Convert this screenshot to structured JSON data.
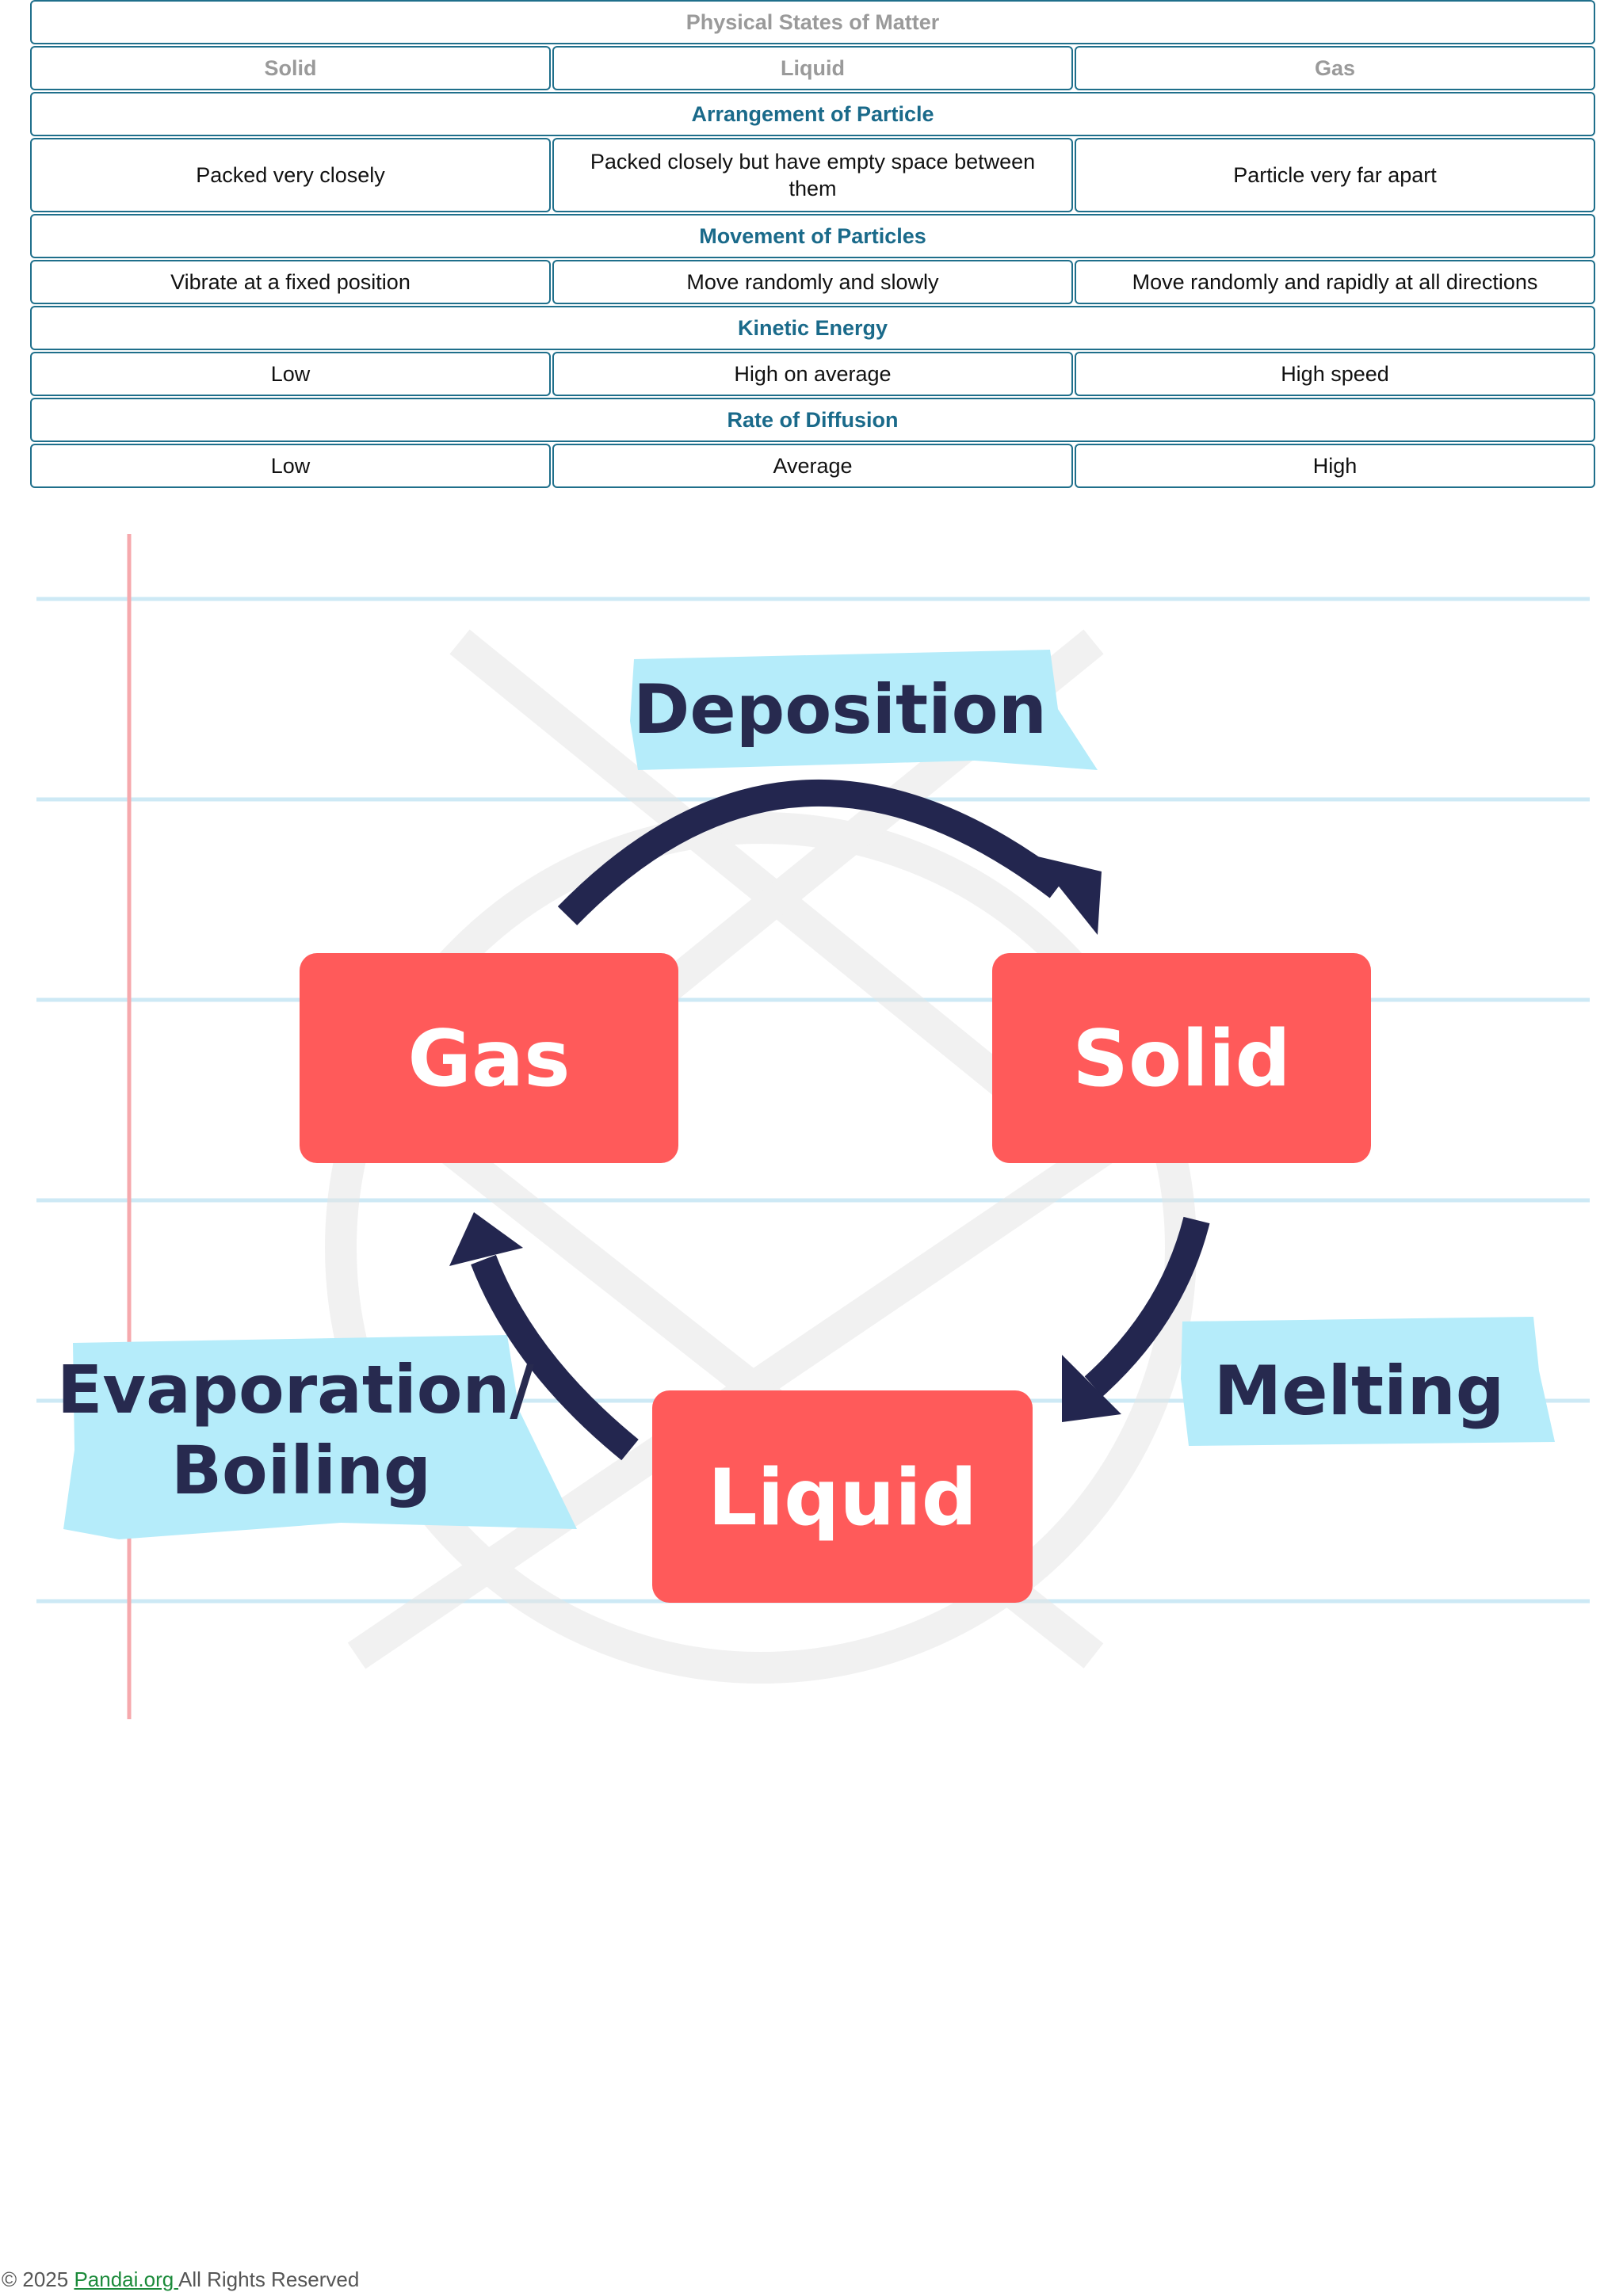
{
  "table": {
    "title": "Physical States of Matter",
    "columns": [
      "Solid",
      "Liquid",
      "Gas"
    ],
    "sections": [
      {
        "heading": "Arrangement of Particle",
        "cells": [
          "Packed very closely",
          "Packed closely but have empty space between them",
          "Particle very far apart"
        ]
      },
      {
        "heading": "Movement of Particles",
        "cells": [
          "Vibrate at a fixed position",
          "Move randomly and slowly",
          "Move randomly and rapidly at all directions"
        ]
      },
      {
        "heading": "Kinetic Energy",
        "cells": [
          "Low",
          "High on average",
          "High speed"
        ]
      },
      {
        "heading": "Rate of Diffusion",
        "cells": [
          "Low",
          "Average",
          "High"
        ]
      }
    ]
  },
  "diagram": {
    "states": {
      "gas": "Gas",
      "solid": "Solid",
      "liquid": "Liquid"
    },
    "processes": {
      "deposition": "Deposition",
      "melting": "Melting",
      "evaporation_line1": "Evaporation/",
      "evaporation_line2": "Boiling"
    },
    "colors": {
      "state_box": "#ff5a5a",
      "label_highlight": "#b5ecfa",
      "arrow": "#23264f",
      "ruled_line": "#cde9f5",
      "margin_line": "#f6a9ad"
    }
  },
  "footer": {
    "prefix": "© 2025 ",
    "link": "Pandai.org ",
    "suffix": "All Rights Reserved"
  }
}
